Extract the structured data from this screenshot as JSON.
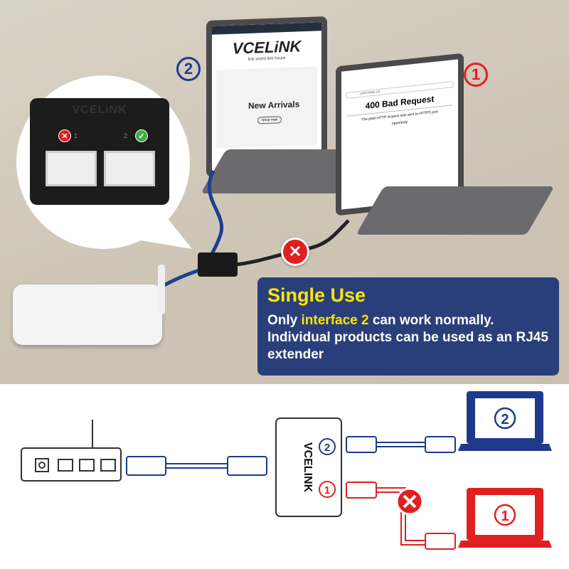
{
  "laptop2": {
    "number": "2",
    "brand": "VCELiNK",
    "tagline": "link world link future",
    "banner": "New Arrivals",
    "button": "Shop now"
  },
  "laptop1": {
    "number": "1",
    "url": "port.hvac.cn",
    "error_title": "400 Bad Request",
    "error_text": "The plain HTTP request was sent to HTTPS port",
    "server": "openresty"
  },
  "adapter_closeup": {
    "brand": "VCELiNK",
    "port1_label": "1",
    "port2_label": "2",
    "port1_status": "fail",
    "port2_status": "ok"
  },
  "callout": {
    "title": "Single Use",
    "line1_prefix": "Only ",
    "line1_highlight": "interface 2",
    "line1_suffix": " can work normally.",
    "line2": "Individual products can be used as an RJ45 extender"
  },
  "diagram": {
    "splitter_brand": "VCELINK",
    "port2": "2",
    "port1": "1",
    "laptop2_number": "2",
    "laptop1_number": "1"
  },
  "colors": {
    "navy": "#2a3f7a",
    "diagram_blue": "#1f3a8a",
    "red": "#e02020",
    "yellow": "#ffe600",
    "green": "#3cb043"
  }
}
